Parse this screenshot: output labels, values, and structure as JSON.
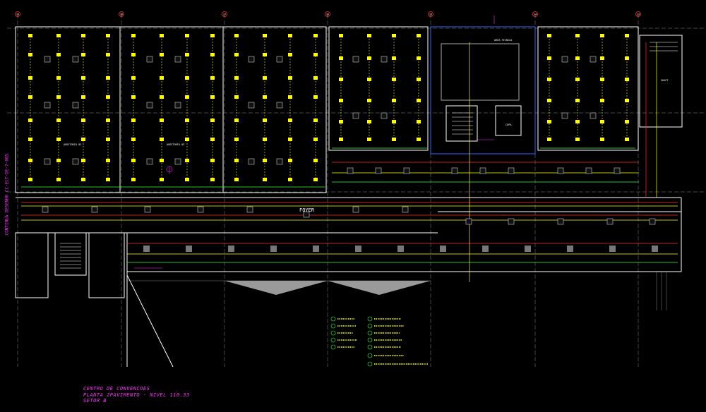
{
  "drawing": {
    "title_lines": [
      "CENTRO DE CONVENCOES",
      "PLANTA 2PAVIMENTO - NIVEL 110.33",
      "SETOR B"
    ],
    "side_note": "CONTINUA DESENHO CC-ELT-DE-7-005",
    "foyer_label": "FOYER",
    "room_labels": [
      "AUDITORIO 02",
      "AUDITORIO 03",
      "AREA TECNICA",
      "SHAFT",
      "COPA"
    ],
    "column_grid_marks": [
      "19",
      "18",
      "17",
      "16",
      "15",
      "14",
      "13"
    ],
    "colors": {
      "background": "#000000",
      "fixture": "#ffff00",
      "wall": "#ffffff",
      "annotation": "#ff33ff",
      "circuit_red": "#ff3030",
      "circuit_green": "#33ff33",
      "grid_blue": "#3366ff",
      "dim_grey": "#888888"
    }
  }
}
